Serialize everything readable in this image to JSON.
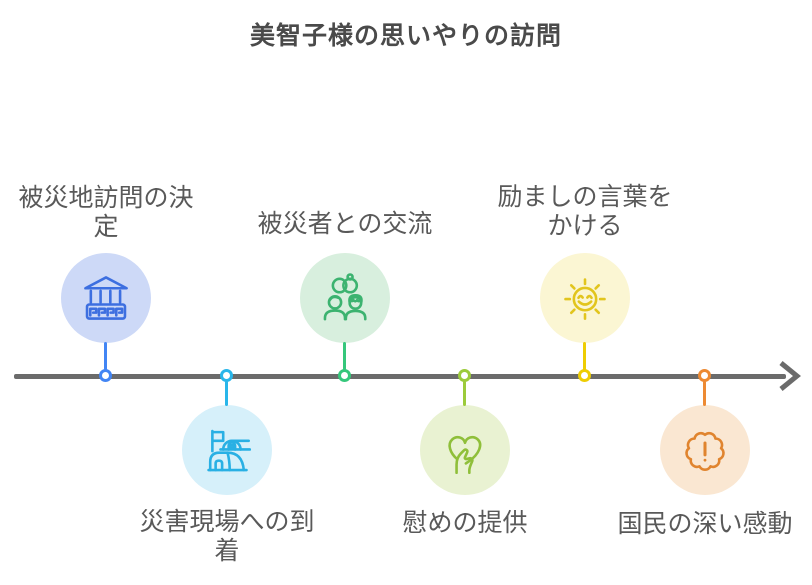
{
  "title": "美智子様の思いやりの訪問",
  "timeline": {
    "color": "#6b6b6b",
    "direction": "left-to-right"
  },
  "text_color": "#595959",
  "nodes": [
    {
      "label": "被災地訪問の決定",
      "icon": "museum-icon",
      "position": "above",
      "accent": "#4285f4",
      "icon_color": "#3d6fe0",
      "circle_fill": "#cdd9f7"
    },
    {
      "label": "災害現場への到着",
      "icon": "camp-icon",
      "position": "below",
      "accent": "#29b6ea",
      "icon_color": "#29b0e4",
      "circle_fill": "#d6f0fa"
    },
    {
      "label": "被災者との交流",
      "icon": "people-exchange-icon",
      "position": "above",
      "accent": "#35c77b",
      "icon_color": "#3cb370",
      "circle_fill": "#d8efde"
    },
    {
      "label": "慰めの提供",
      "icon": "hand-holding-heart-icon",
      "position": "below",
      "accent": "#9ccb3b",
      "icon_color": "#8fbf3a",
      "circle_fill": "#e9f2d2"
    },
    {
      "label": "励ましの言葉をかける",
      "icon": "smiling-sun-icon",
      "position": "above",
      "accent": "#eecd02",
      "icon_color": "#e2c51d",
      "circle_fill": "#fbf6d3"
    },
    {
      "label": "国民の深い感動",
      "icon": "badge-exclamation-icon",
      "position": "below",
      "accent": "#ed8a33",
      "icon_color": "#e0842e",
      "circle_fill": "#fae7d2"
    }
  ]
}
